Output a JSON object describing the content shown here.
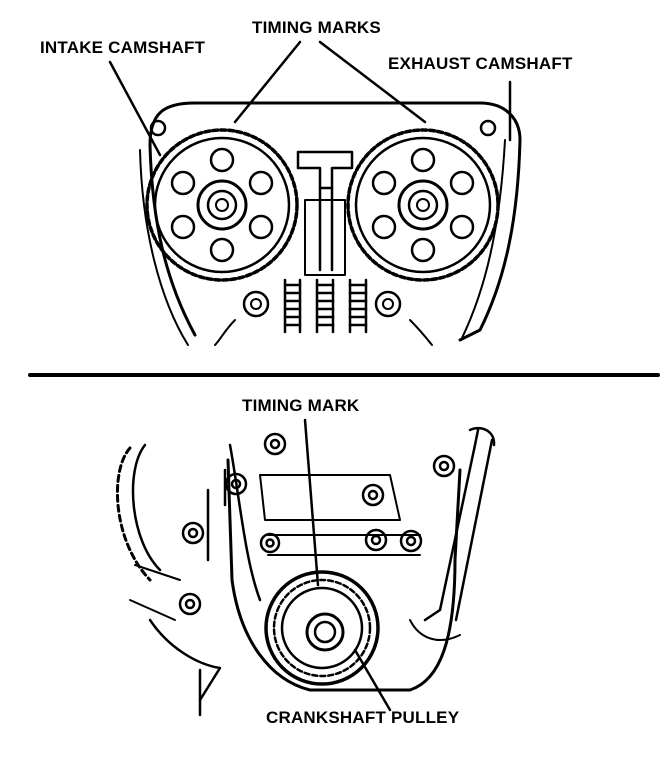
{
  "top_diagram": {
    "labels": {
      "timing_marks": "TIMING MARKS",
      "intake_camshaft": "INTAKE CAMSHAFT",
      "exhaust_camshaft": "EXHAUST CAMSHAFT"
    }
  },
  "bottom_diagram": {
    "labels": {
      "timing_mark": "TIMING MARK",
      "crankshaft_pulley": "CRANKSHAFT PULLEY"
    }
  },
  "colors": {
    "ink": "#000000",
    "paper": "#ffffff"
  }
}
